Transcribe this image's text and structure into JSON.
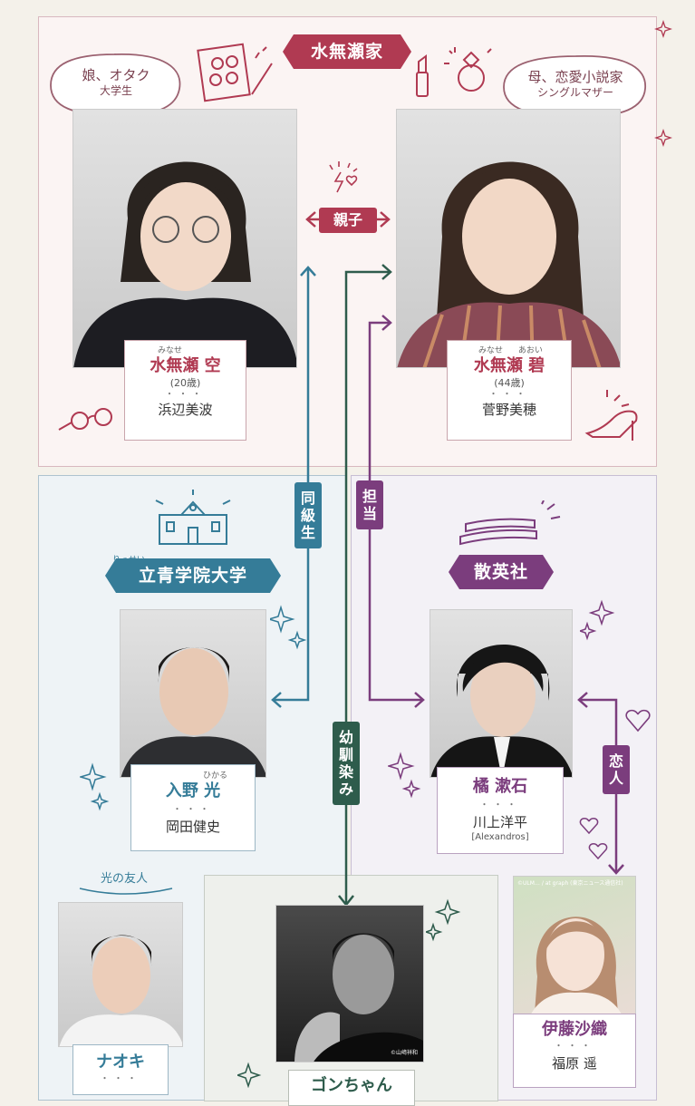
{
  "families": {
    "minase": "水無瀬家",
    "university": {
      "ruby": "りっせい",
      "name": "立青学院大学"
    },
    "publisher": "散英社"
  },
  "bubbles": {
    "sora": {
      "line1": "娘、オタク",
      "line2": "大学生"
    },
    "aoi": {
      "line1": "母、恋愛小説家",
      "line2": "シングルマザー"
    },
    "naoki": "光の友人"
  },
  "relations": {
    "parent_child": "親子",
    "classmates": "同級生",
    "in_charge": "担当",
    "childhood_friends": "幼馴染み",
    "lovers": "恋人"
  },
  "characters": {
    "sora": {
      "ruby_family": "みなせ",
      "ruby_given": "",
      "name": "水無瀬 空",
      "age": "(20歳)",
      "dots": "・・・",
      "actor": "浜辺美波"
    },
    "aoi": {
      "ruby_family": "みなせ",
      "ruby_given": "あおい",
      "name": "水無瀬 碧",
      "age": "(44歳)",
      "dots": "・・・",
      "actor": "菅野美穂"
    },
    "hikaru": {
      "ruby_given": "ひかる",
      "name": "入野 光",
      "dots": "・・・",
      "actor": "岡田健史"
    },
    "soseki": {
      "name": "橘 漱石",
      "dots": "・・・",
      "actor": "川上洋平",
      "band": "[Alexandros]"
    },
    "saori": {
      "name": "伊藤沙織",
      "dots": "・・・",
      "actor": "福原 遥"
    },
    "naoki": {
      "name": "ナオキ",
      "dots": "・・・"
    },
    "gon": {
      "name": "ゴンちゃん"
    }
  },
  "credits": {
    "gon_photo": "©山﨑祥和",
    "saori_photo": "©ULM… / at graph (東京ニュース通信社)"
  },
  "colors": {
    "red": "#b03a52",
    "teal": "#357c98",
    "purple": "#7b3d7d",
    "green": "#2e5c4c"
  }
}
